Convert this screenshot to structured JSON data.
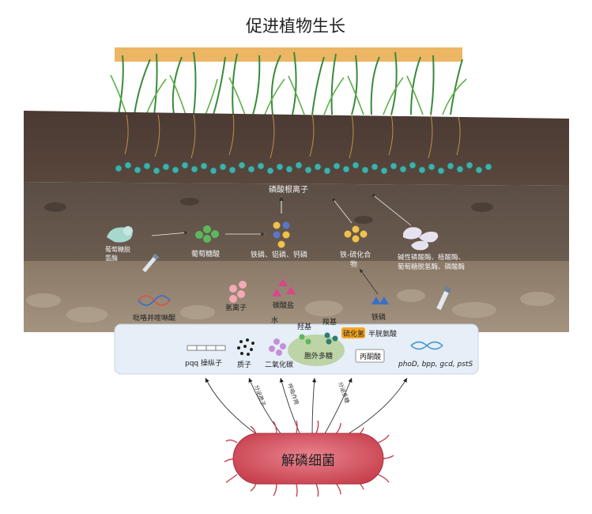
{
  "title": "促进植物生长",
  "soil_labels": {
    "phosphate_ion": "磷酸根离子",
    "glucose_dehydrogenase": "葡萄糖脱氢酶",
    "gluconic_acid": "葡萄糖酸",
    "iron_al_ca_phosphate": "铁磷、铝磷、钙磷",
    "iron_sulfur": "铁-硫化合物",
    "enzymes_line1": "碱性磷酸酶、植酸酶、",
    "enzymes_line2": "葡萄糖脱氢酶、磷酸酶",
    "pqq_synthase": "吡咯并喹啉醌",
    "proton_upper": "氢离子",
    "carbonate": "碳酸盐",
    "iron_phosphorus": "铁磷"
  },
  "panel_labels": {
    "water": "水",
    "hydroxyl": "羟基",
    "carboxyl": "羧基",
    "sulfide": "硫化氢",
    "cysteine": "半胱氨酸",
    "pqq_operon": "pqq 操纵子",
    "proton": "质子",
    "co2": "二氧化碳",
    "eps": "胞外多糖",
    "pyruvate": "丙酮酸",
    "genes": "phoD,  bpp,  gcd,  pstS"
  },
  "arrow_labels": {
    "secrete_proton": "分泌质子",
    "respiration": "呼吸作用",
    "secrete_polysaccharide": "分泌多糖"
  },
  "bacterium": "解磷细菌",
  "colors": {
    "soil_top": "#5a4a40",
    "soil_mid": "#4a3f37",
    "soil_low": "#8a7868",
    "panel": "#e6eef7",
    "bacterium": "#d95a6a",
    "phosphate": "#3fb0aa",
    "green_dot": "#5cb85c",
    "orange_tag": "#f5a623"
  }
}
